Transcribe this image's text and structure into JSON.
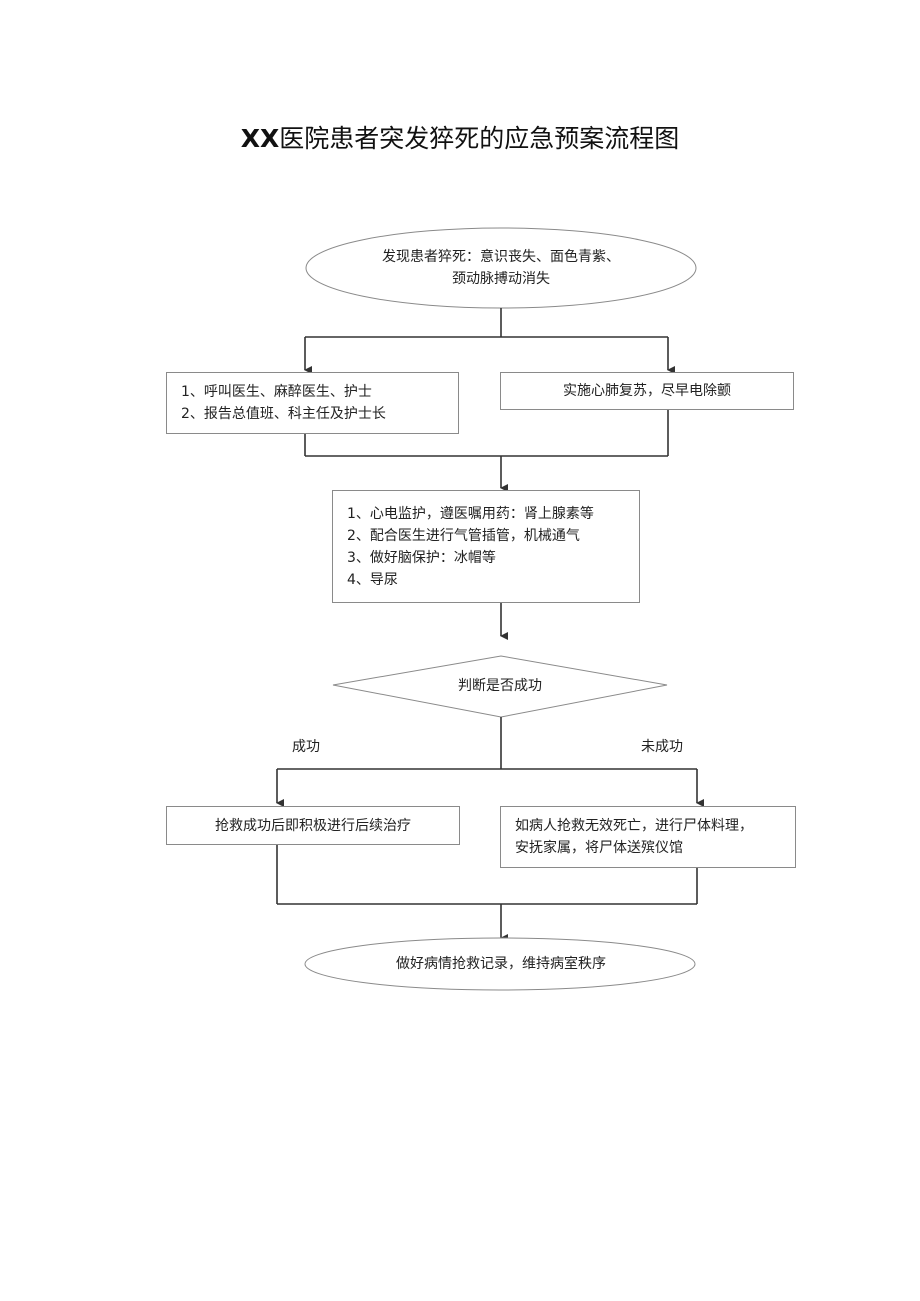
{
  "title": {
    "prefix": "XX",
    "text": "医院患者突发猝死的应急预案流程图"
  },
  "nodes": {
    "start": {
      "line1": "发现患者猝死：意识丧失、面色青紫、",
      "line2": "颈动脉搏动消失"
    },
    "call_help": {
      "line1": "1、呼叫医生、麻醉医生、护士",
      "line2": "2、报告总值班、科主任及护士长"
    },
    "cpr": {
      "line1": "实施心肺复苏，尽早电除颤"
    },
    "treatment": {
      "line1": "1、心电监护，遵医嘱用药：肾上腺素等",
      "line2": "2、配合医生进行气管插管，机械通气",
      "line3": "3、做好脑保护：冰帽等",
      "line4": "4、导尿"
    },
    "decision": {
      "text": "判断是否成功"
    },
    "success": {
      "line1": "抢救成功后即积极进行后续治疗"
    },
    "failure": {
      "line1": "如病人抢救无效死亡，进行尸体料理，",
      "line2": "安抚家属，将尸体送殡仪馆"
    },
    "end": {
      "line1": "做好病情抢救记录，维持病室秩序"
    }
  },
  "edge_labels": {
    "success": "成功",
    "failure": "未成功"
  },
  "colors": {
    "border": "#8a8a8a",
    "connector": "#333333",
    "text": "#222222"
  }
}
